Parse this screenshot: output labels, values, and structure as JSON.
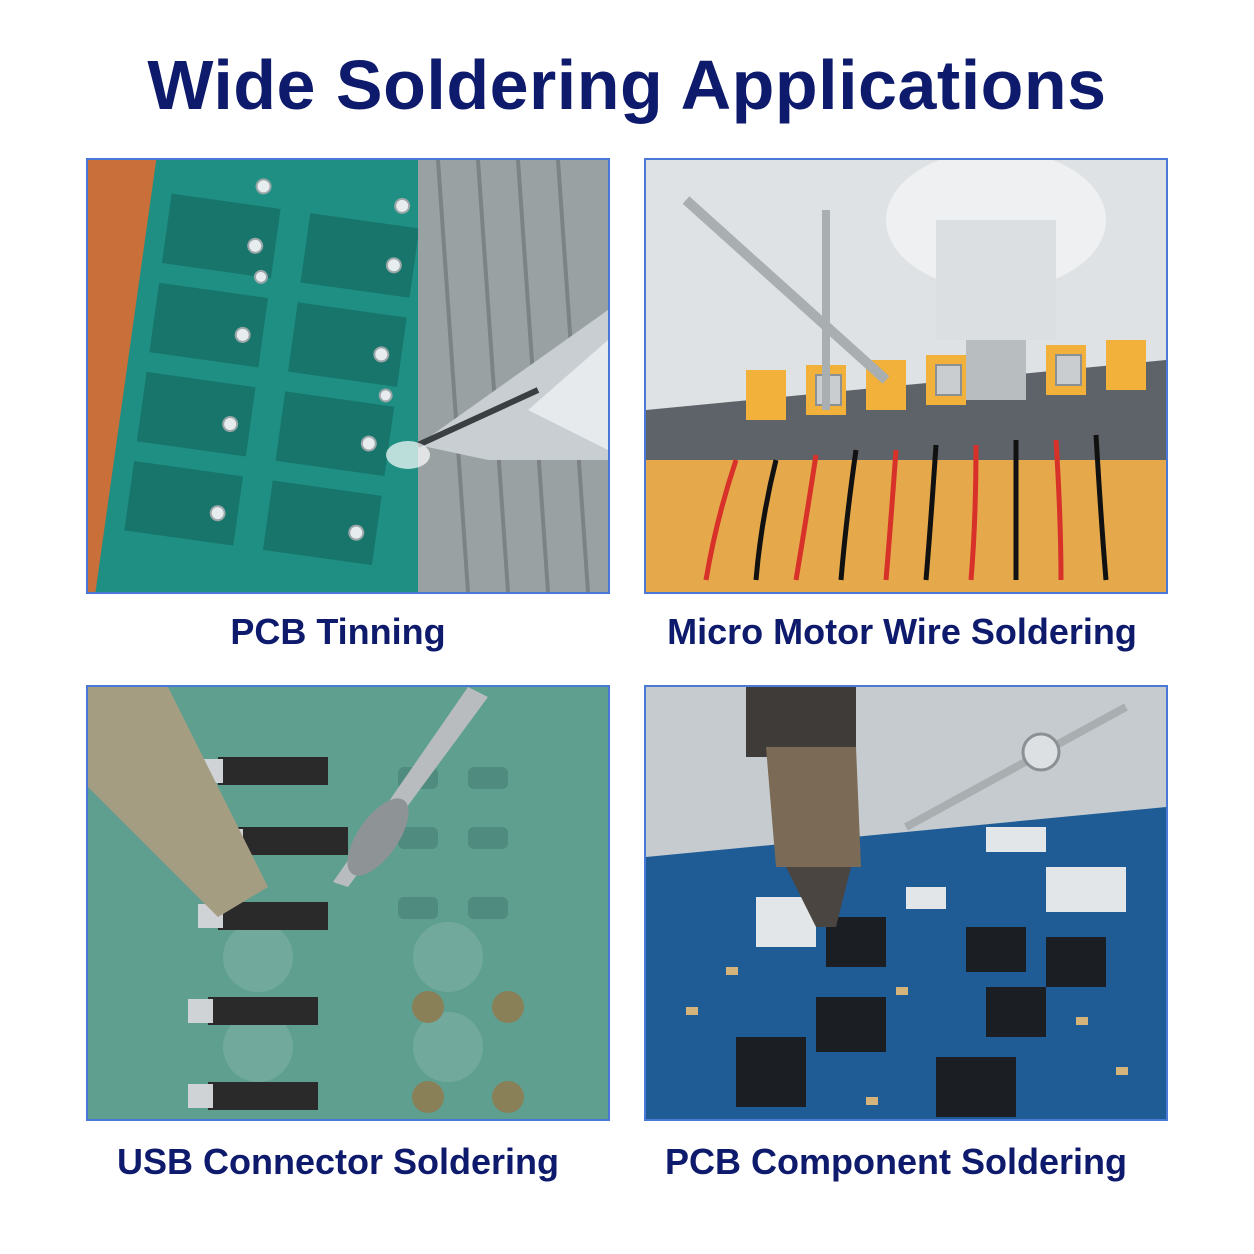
{
  "header": {
    "title": "Wide Soldering Applications"
  },
  "applications": [
    {
      "caption": "PCB Tinning",
      "photo": "pcb-tinning-photo"
    },
    {
      "caption": "Micro Motor Wire Soldering",
      "photo": "micro-motor-wire-soldering-photo"
    },
    {
      "caption": "USB Connector Soldering",
      "photo": "usb-connector-soldering-photo"
    },
    {
      "caption": "PCB Component Soldering",
      "photo": "pcb-component-soldering-photo"
    }
  ],
  "colors": {
    "title": "#0e1a6b",
    "frame": "#4a78d6",
    "background": "#ffffff"
  }
}
